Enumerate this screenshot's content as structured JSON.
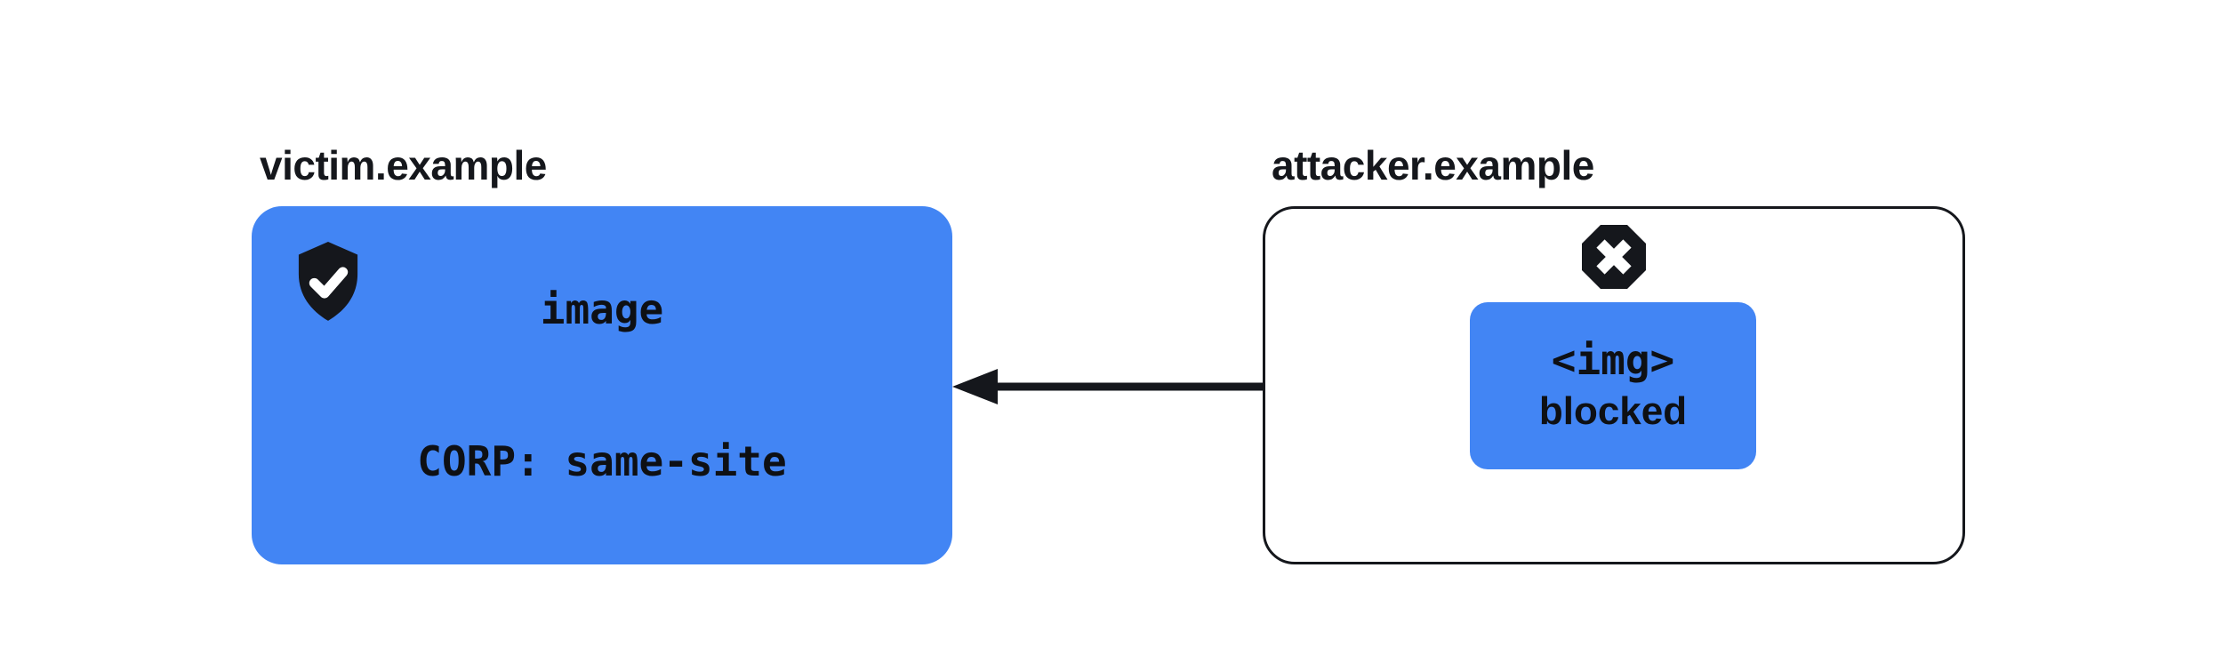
{
  "victim": {
    "label": "victim.example",
    "box_line1": "image",
    "box_line2": "CORP: same-site",
    "icon": "shield-check"
  },
  "attacker": {
    "label": "attacker.example",
    "box_line1": "<img>",
    "box_line2": "blocked",
    "icon": "octagon-x-blocked"
  },
  "colors": {
    "accent_blue": "#4285F4",
    "ink": "#15171C",
    "text": "#0E1014",
    "background": "#FFFFFF"
  }
}
